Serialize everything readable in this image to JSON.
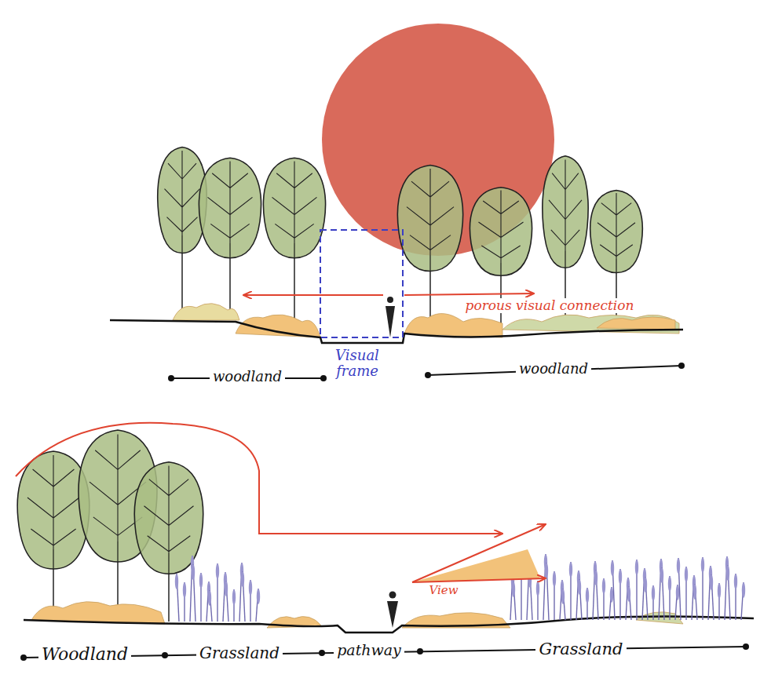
{
  "diagram": {
    "labels": [
      "porous visual connection",
      "Visual frame",
      "woodland",
      "woodland",
      "Woodland",
      "Grassland",
      "pathway",
      "Grassland",
      "View"
    ]
  }
}
